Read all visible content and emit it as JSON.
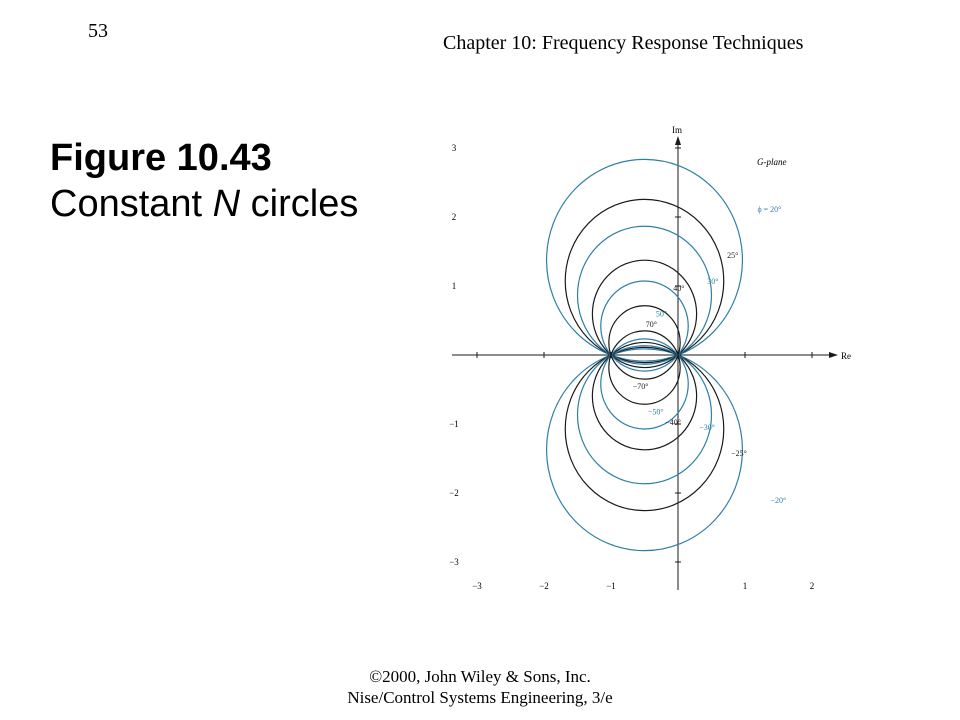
{
  "header": {
    "slide_number": "53",
    "chapter": "Chapter 10: Frequency Response Techniques"
  },
  "figure": {
    "number": "Figure 10.43",
    "caption_prefix": "Constant ",
    "caption_var": "N",
    "caption_suffix": " circles"
  },
  "footer": {
    "line1": "©2000, John Wiley & Sons, Inc.",
    "line2": "Nise/Control Systems Engineering, 3/e"
  },
  "diagram": {
    "plane_label": "G-plane",
    "axis_re": "Re",
    "axis_im": "Im",
    "colors": {
      "blue": "#2e7fa7",
      "black": "#1a1a1a"
    },
    "x_ticks": [
      -3,
      -2,
      -1,
      1,
      2
    ],
    "x_tick_labels": [
      "−3",
      "−2",
      "−1",
      "1",
      "2"
    ],
    "y_ticks": [
      3,
      2,
      1,
      -1,
      -2,
      -3
    ],
    "y_tick_labels": [
      "3",
      "2",
      "1",
      "−1",
      "−2",
      "−3"
    ],
    "circles": [
      {
        "phi": 20,
        "color": "blue",
        "label": "ϕ = 20°"
      },
      {
        "phi": 25,
        "color": "black",
        "label": "25°"
      },
      {
        "phi": 30,
        "color": "blue",
        "label": "30°"
      },
      {
        "phi": 40,
        "color": "black",
        "label": "40°"
      },
      {
        "phi": 50,
        "color": "blue",
        "label": "50°"
      },
      {
        "phi": 70,
        "color": "black",
        "label": "70°"
      },
      {
        "phi": -20,
        "color": "blue",
        "label": "−20°"
      },
      {
        "phi": -25,
        "color": "black",
        "label": "−25°"
      },
      {
        "phi": -30,
        "color": "blue",
        "label": "−30°"
      },
      {
        "phi": -40,
        "color": "black",
        "label": "−40°"
      },
      {
        "phi": -50,
        "color": "blue",
        "label": "−50°"
      },
      {
        "phi": -70,
        "color": "black",
        "label": "−70°"
      }
    ]
  }
}
